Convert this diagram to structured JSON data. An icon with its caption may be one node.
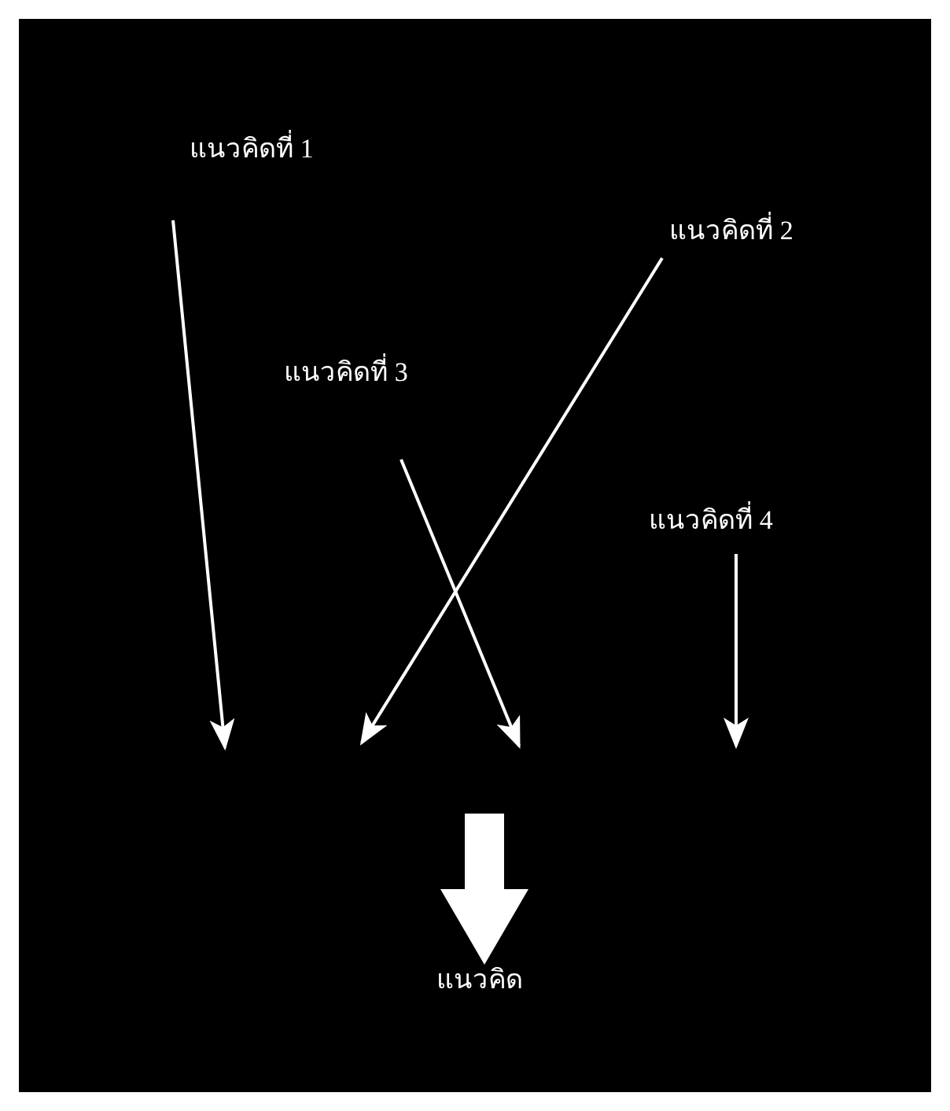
{
  "diagram": {
    "nodes": [
      {
        "text": [
          "แนวคิดที่ 1"
        ]
      },
      {
        "text": [
          "แนวคิดที่ 2"
        ]
      },
      {
        "text": [
          "แนวคิดที่ 3"
        ]
      },
      {
        "text": [
          "แนวคิดที่ 4"
        ]
      },
      {
        "text": [
          "แนวคิด"
        ]
      }
    ],
    "edges": [
      {
        "from": 0,
        "to": null,
        "arrow": "to"
      },
      {
        "from": 1,
        "to": null,
        "arrow": "to"
      },
      {
        "from": 2,
        "to": null,
        "arrow": "to"
      },
      {
        "from": 3,
        "to": null,
        "arrow": "to"
      },
      {
        "from": null,
        "to": 4,
        "arrow": "to",
        "style": "thick"
      }
    ]
  }
}
